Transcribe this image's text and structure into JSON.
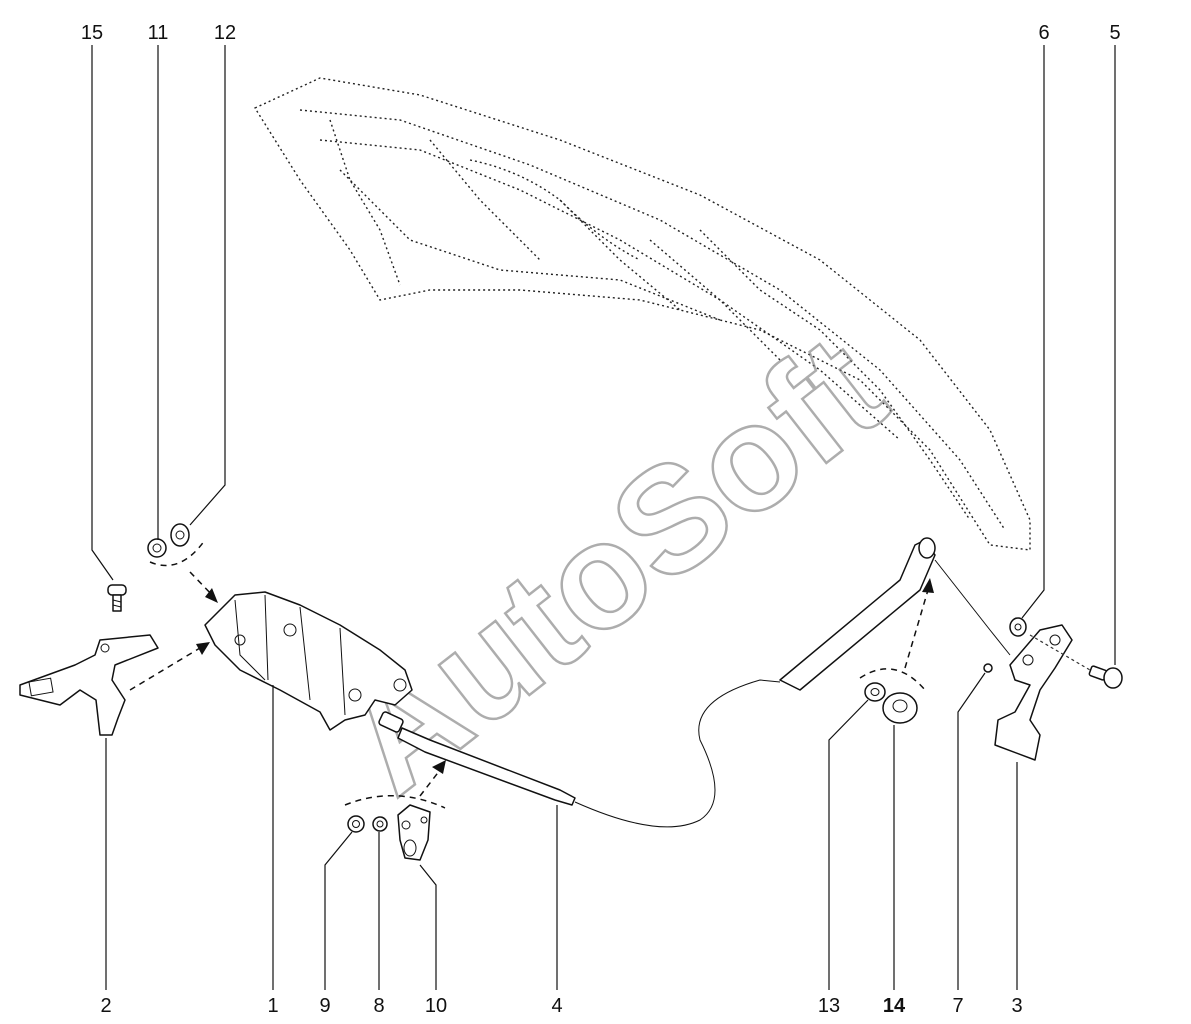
{
  "watermark": "AutoSoft",
  "callouts": {
    "n1": "1",
    "n2": "2",
    "n3": "3",
    "n4": "4",
    "n5": "5",
    "n6": "6",
    "n7": "7",
    "n8": "8",
    "n9": "9",
    "n10": "10",
    "n11": "11",
    "n12": "12",
    "n13": "13",
    "n14": "14",
    "n15": "15"
  }
}
